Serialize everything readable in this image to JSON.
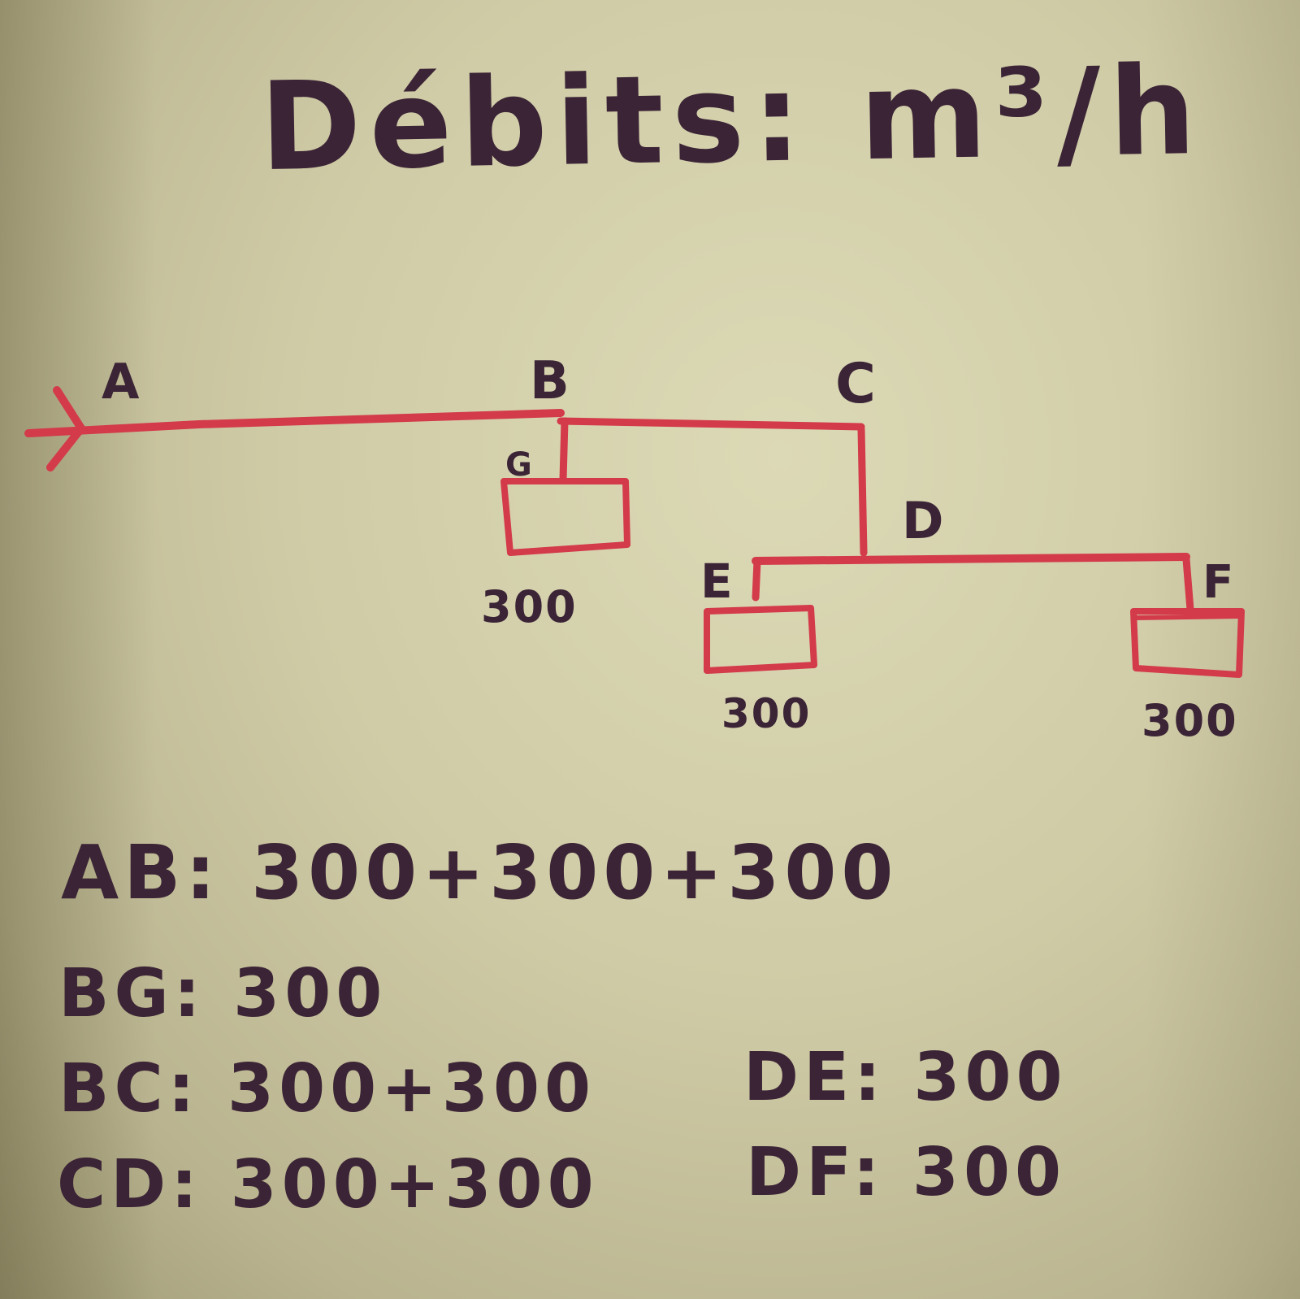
{
  "title": "Débits: m³/h",
  "diagram": {
    "nodes": {
      "A": "A",
      "B": "B",
      "C": "C",
      "D": "D",
      "E": "E",
      "F": "F",
      "G": "G"
    },
    "flows": {
      "G": "300",
      "E": "300",
      "F": "300"
    },
    "pipe_color": "#d33a4a"
  },
  "equations": {
    "AB": "AB: 300+300+300",
    "BG": "BG: 300",
    "BC": "BC: 300+300",
    "CD": "CD: 300+300",
    "DE": "DE: 300",
    "DF": "DF: 300"
  }
}
